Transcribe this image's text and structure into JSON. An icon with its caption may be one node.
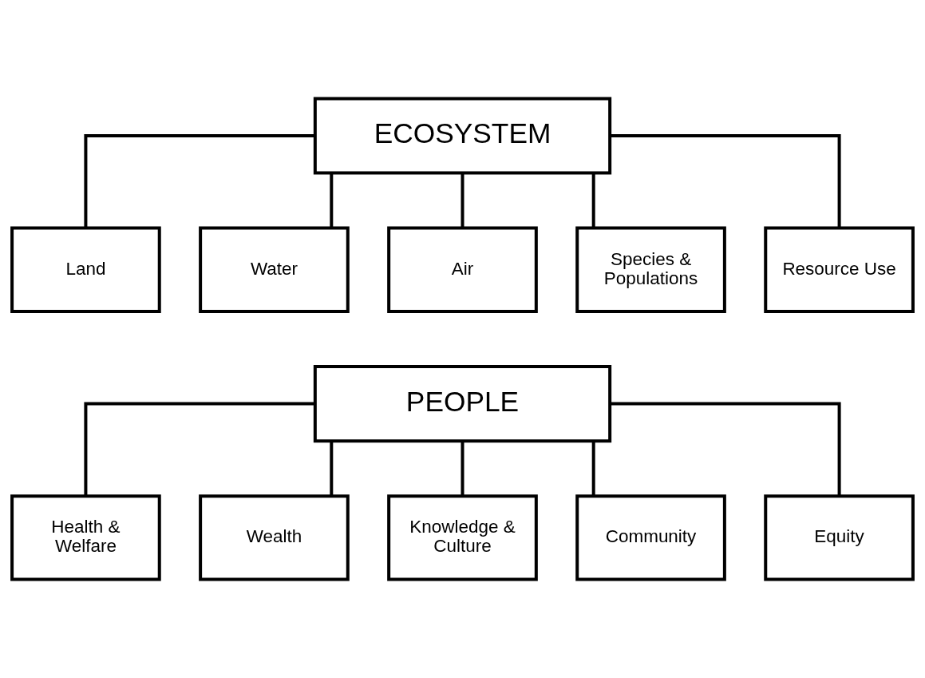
{
  "diagram": {
    "nodes": [
      {
        "text": [
          "ECOSYSTEM"
        ]
      },
      {
        "text": [
          "Land"
        ]
      },
      {
        "text": [
          "Water"
        ]
      },
      {
        "text": [
          "Air"
        ]
      },
      {
        "text": [
          "Species & Populations"
        ]
      },
      {
        "text": [
          "Resource Use"
        ]
      },
      {
        "text": [
          "PEOPLE"
        ]
      },
      {
        "text": [
          "Health & Welfare"
        ]
      },
      {
        "text": [
          "Wealth"
        ]
      },
      {
        "text": [
          "Knowledge & Culture"
        ]
      },
      {
        "text": [
          "Community"
        ]
      },
      {
        "text": [
          "Equity"
        ]
      }
    ],
    "edges": [
      {
        "from": 0,
        "to": 1,
        "arrow": "none"
      },
      {
        "from": 0,
        "to": 2,
        "arrow": "none"
      },
      {
        "from": 0,
        "to": 3,
        "arrow": "none"
      },
      {
        "from": 0,
        "to": 4,
        "arrow": "none"
      },
      {
        "from": 0,
        "to": 5,
        "arrow": "none"
      },
      {
        "from": 6,
        "to": 7,
        "arrow": "none"
      },
      {
        "from": 6,
        "to": 8,
        "arrow": "none"
      },
      {
        "from": 6,
        "to": 9,
        "arrow": "none"
      },
      {
        "from": 6,
        "to": 10,
        "arrow": "none"
      },
      {
        "from": 6,
        "to": 11,
        "arrow": "none"
      }
    ]
  }
}
